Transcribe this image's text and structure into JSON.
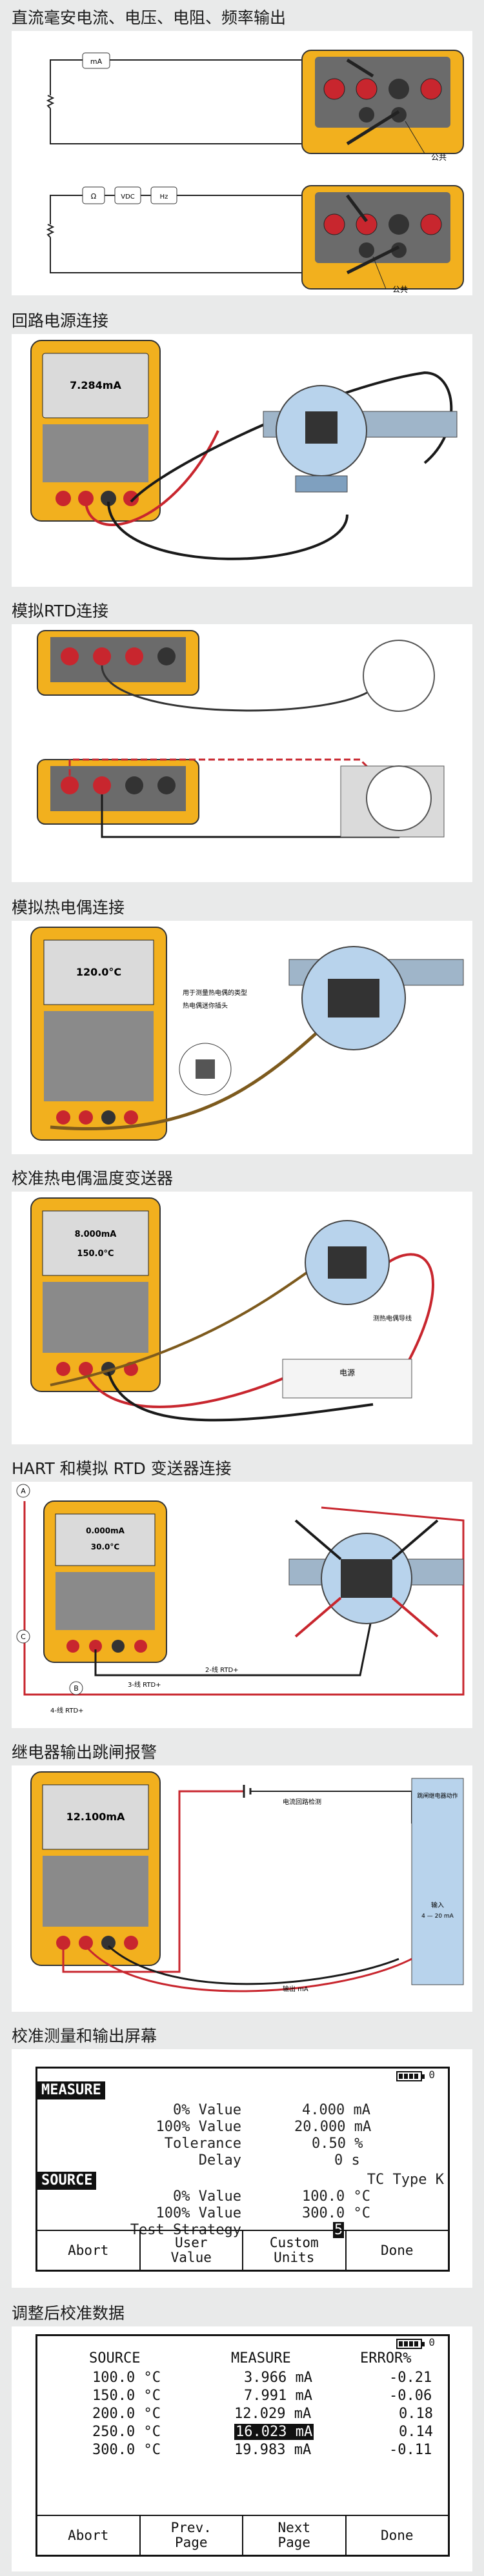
{
  "sections": {
    "s1": {
      "title": "直流毫安电流、电压、电阻、频率输出",
      "btn_ma": "mA",
      "btn_ohm": "Ω",
      "btn_vdc": "VDC",
      "btn_hz": "Hz",
      "label_com": "公共",
      "label_com2": "公共"
    },
    "s2": {
      "title": "回路电源连接",
      "display": "7.284mA"
    },
    "s3": {
      "title": "模拟RTD连接"
    },
    "s4": {
      "title": "模拟热电偶连接",
      "display": "120.0°C",
      "note1": "用于测量热电偶的类型",
      "note2": "热电偶迷你插头"
    },
    "s5": {
      "title": "校准热电偶温度变送器",
      "display1": "8.000mA",
      "display2": "150.0°C",
      "label_tc": "测热电偶导线",
      "label_power": "电源"
    },
    "s6": {
      "title": "HART 和模拟 RTD 变送器连接",
      "display": "0.000mA",
      "display2": "30.0°C",
      "lead_2": "2-线 RTD+",
      "lead_3": "3-线 RTD+",
      "lead_4": "4-线 RTD+",
      "tag_a": "A",
      "tag_b": "B",
      "tag_c": "C"
    },
    "s7": {
      "title": "继电器输出跳闸报警",
      "display": "12.100mA",
      "label_loop": "电流回路检测",
      "label_relay": "跳闸继电器动作",
      "label_input": "输入",
      "label_range": "4 — 20 mA",
      "label_out": "输出 mA"
    },
    "s8": {
      "title": "校准测量和输出屏幕",
      "measure_header": "MEASURE",
      "measure_rows": [
        {
          "label": "0% Value",
          "value": "4.000 mA"
        },
        {
          "label": "100% Value",
          "value": "20.000 mA"
        },
        {
          "label": "Tolerance",
          "value": "0.50 %"
        },
        {
          "label": "Delay",
          "value": "0 s"
        }
      ],
      "source_header": "SOURCE",
      "source_type": "TC Type K",
      "source_rows": [
        {
          "label": "0% Value",
          "value": "100.0 °C"
        },
        {
          "label": "100% Value",
          "value": "300.0 °C"
        },
        {
          "label": "Test Strategy",
          "value": "5"
        }
      ],
      "softkeys": [
        "Abort",
        "User\nValue",
        "Custom\nUnits",
        "Done"
      ],
      "battery_zero": "0"
    },
    "s9": {
      "title": "调整后校准数据",
      "columns": [
        "SOURCE",
        "MEASURE",
        "ERROR%"
      ],
      "rows": [
        {
          "source": "100.0 °C",
          "measure": "3.966 mA",
          "error": "-0.21"
        },
        {
          "source": "150.0 °C",
          "measure": "7.991 mA",
          "error": "-0.06"
        },
        {
          "source": "200.0 °C",
          "measure": "12.029 mA",
          "error": "0.18"
        },
        {
          "source": "250.0 °C",
          "measure": "16.023 mA",
          "error": "0.14"
        },
        {
          "source": "300.0 °C",
          "measure": "19.983 mA",
          "error": "-0.11"
        }
      ],
      "softkeys": [
        "Abort",
        "Prev.\nPage",
        "Next\nPage",
        "Done"
      ],
      "battery_zero": "0"
    }
  },
  "colors": {
    "yellow": "#f2b01e",
    "red_wire": "#c8262e",
    "black_wire": "#1a1a1a",
    "section_bg": "#e9eaea",
    "transmitter_blue": "#b8d3ec"
  }
}
